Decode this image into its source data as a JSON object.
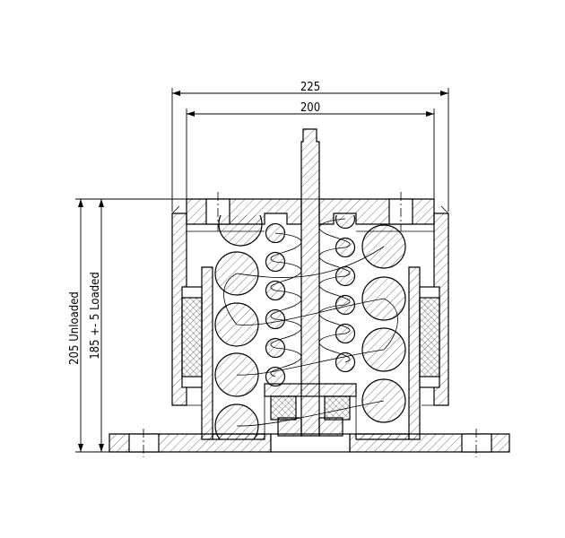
{
  "dimensions": {
    "overall_width": "225",
    "inner_width": "200",
    "height_unloaded": "205 Unloaded",
    "height_loaded": "185 +- 5 Loaded"
  },
  "colors": {
    "line": "#000000",
    "background": "#ffffff"
  }
}
